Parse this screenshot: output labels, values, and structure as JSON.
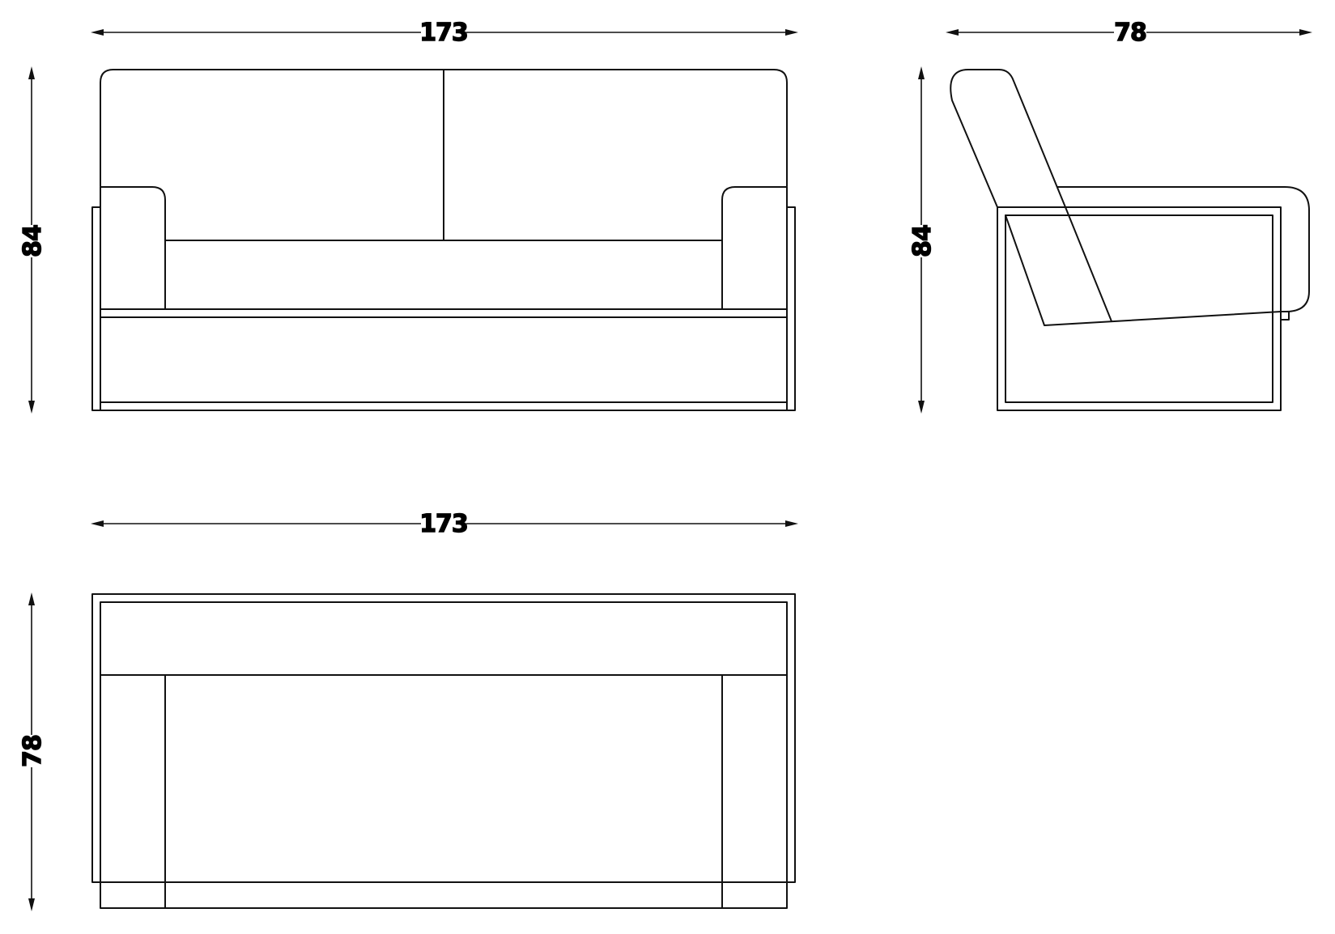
{
  "dimensions": {
    "front_width": "173",
    "front_height": "84",
    "side_depth": "78",
    "side_height": "84",
    "top_width": "173",
    "top_depth": "78"
  },
  "colors": {
    "line": "#111111",
    "background": "#ffffff"
  }
}
